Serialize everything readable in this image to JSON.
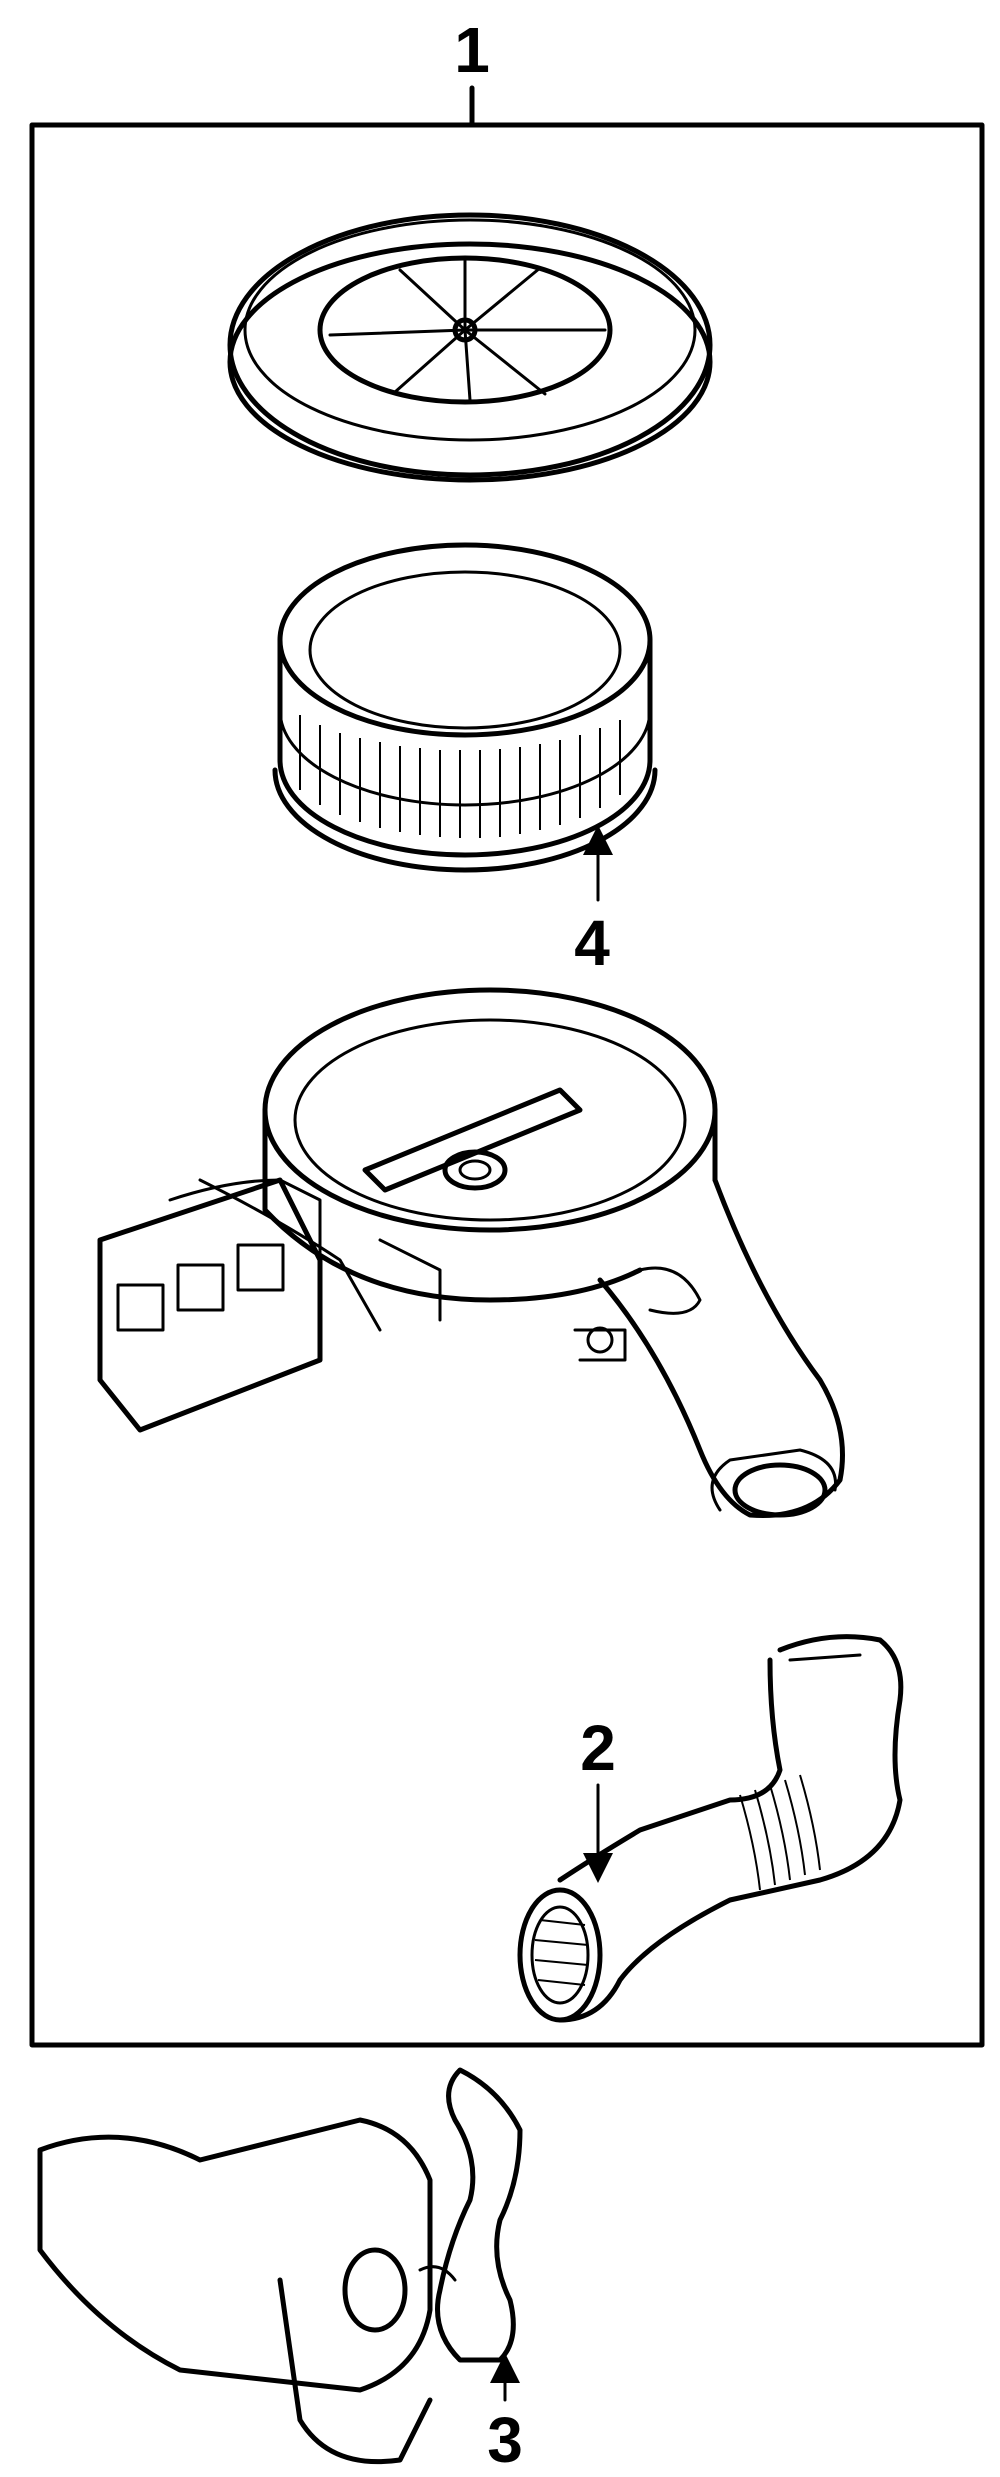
{
  "diagram": {
    "colors": {
      "line": "#000000",
      "background": "#ffffff"
    },
    "callouts": {
      "assembly": "1",
      "duct": "2",
      "hose": "3",
      "element": "4"
    }
  }
}
